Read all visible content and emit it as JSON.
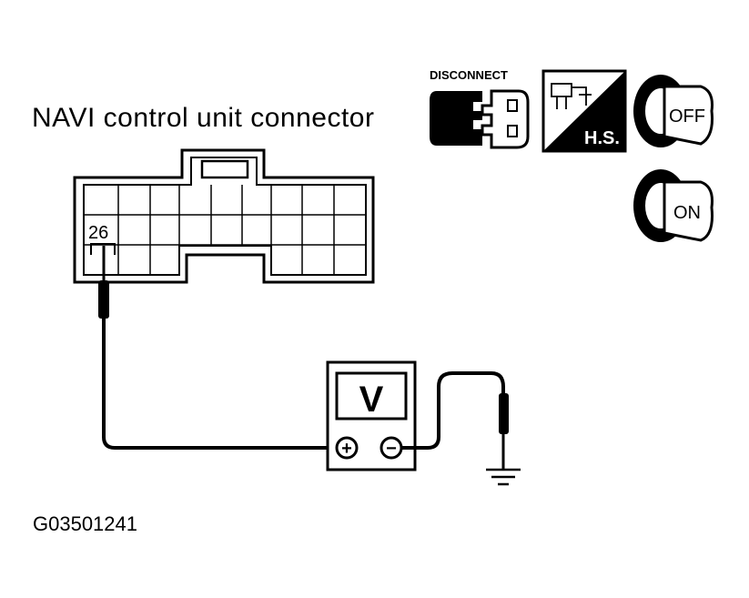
{
  "diagram": {
    "title": "NAVI control unit connector",
    "figure_code": "G03501241",
    "terminal_label": "26",
    "meter_label": "V",
    "meter_positive": "+",
    "meter_negative": "−",
    "icons": {
      "disconnect": {
        "label": "DISCONNECT",
        "icon": "disconnect-connector-icon"
      },
      "harness": {
        "label": "H.S.",
        "icon": "harness-connector-icon"
      },
      "ignition_off": {
        "label": "OFF",
        "icon": "ignition-key-off-icon"
      },
      "ignition_on": {
        "label": "ON",
        "icon": "ignition-key-on-icon"
      }
    }
  }
}
